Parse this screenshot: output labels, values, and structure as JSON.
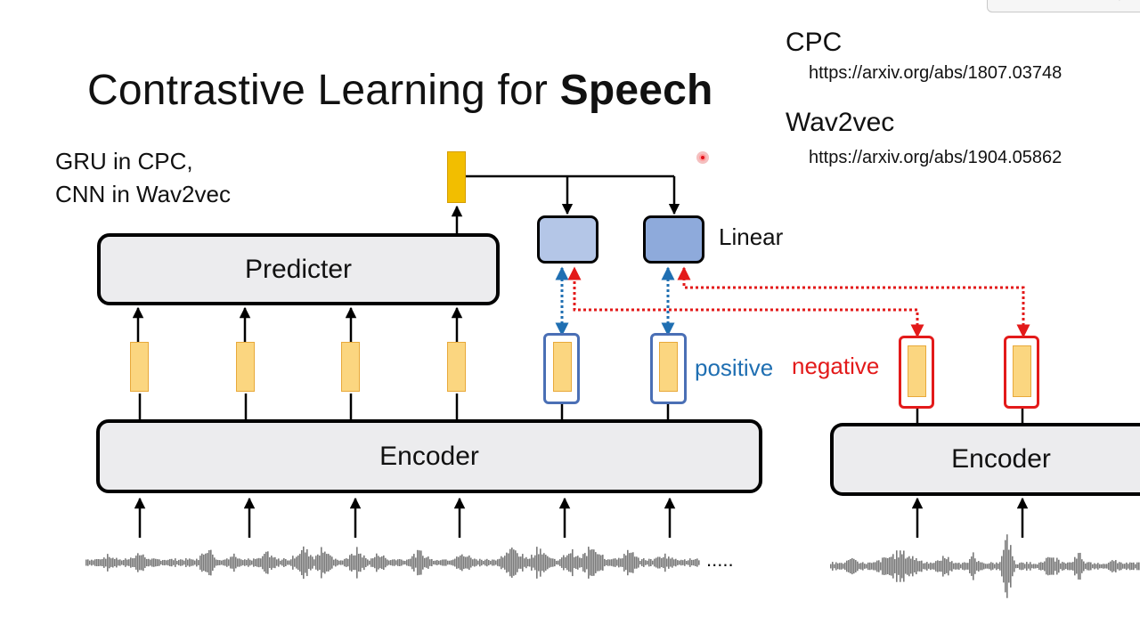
{
  "title": {
    "prefix": "Contrastive Learning for ",
    "emphasis": "Speech"
  },
  "note": {
    "line1": "GRU in CPC,",
    "line2": "CNN in Wav2vec"
  },
  "references": [
    {
      "name": "CPC",
      "url": "https://arxiv.org/abs/1807.03748"
    },
    {
      "name": "Wav2vec",
      "url": "https://arxiv.org/abs/1904.05862"
    }
  ],
  "diagram": {
    "predicter_label": "Predicter",
    "encoder_label": "Encoder",
    "encoder2_label": "Encoder",
    "linear_label": "Linear",
    "positive_label": "positive",
    "negative_label": "negative",
    "ellipsis": "....."
  },
  "colors": {
    "positive": "#1f6fb2",
    "negative": "#e31a1a",
    "linear_light": "#b4c6e7",
    "linear_dark": "#8eaadb",
    "context_vector": "#f2be00",
    "feature_vector": "#fbd680"
  },
  "toolbar": {
    "icons": [
      "pen-icon",
      "scissors-icon",
      "window-icon",
      "edit-icon",
      "settings-icon"
    ]
  }
}
